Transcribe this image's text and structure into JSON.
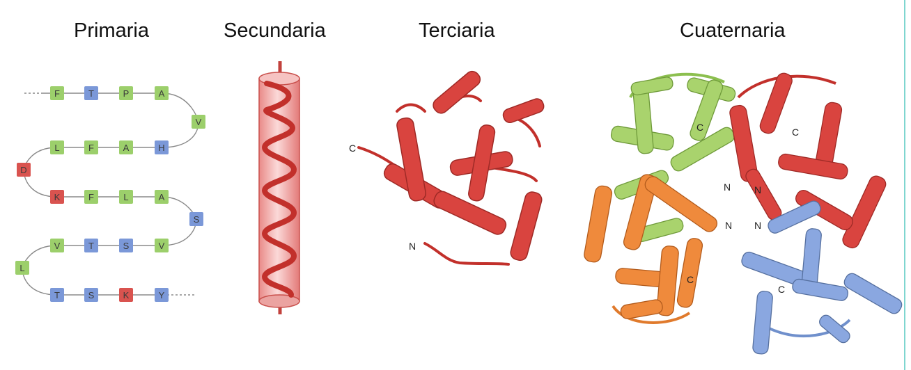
{
  "titles": {
    "primaria": "Primaria",
    "secundaria": "Secundaria",
    "terciaria": "Terciaria",
    "cuaternaria": "Cuaternaria"
  },
  "colors": {
    "hydrophobic": "#9ccf6b",
    "polar": "#7b98d8",
    "charged": "#d9534f",
    "helix_red": "#d9443f",
    "chain_green": "#a9d36d",
    "chain_orange": "#ef8a3c",
    "chain_blue": "#8aa7e0",
    "chain_red": "#d9443f"
  },
  "primary_sequence": {
    "rows": [
      [
        {
          "aa": "F",
          "c": "green"
        },
        {
          "aa": "T",
          "c": "blue"
        },
        {
          "aa": "P",
          "c": "green"
        },
        {
          "aa": "A",
          "c": "green"
        }
      ],
      [
        {
          "aa": "V",
          "c": "green"
        }
      ],
      [
        {
          "aa": "L",
          "c": "green"
        },
        {
          "aa": "F",
          "c": "green"
        },
        {
          "aa": "A",
          "c": "green"
        },
        {
          "aa": "H",
          "c": "blue"
        }
      ],
      [
        {
          "aa": "D",
          "c": "red"
        }
      ],
      [
        {
          "aa": "K",
          "c": "red"
        },
        {
          "aa": "F",
          "c": "green"
        },
        {
          "aa": "L",
          "c": "green"
        },
        {
          "aa": "A",
          "c": "green"
        }
      ],
      [
        {
          "aa": "S",
          "c": "blue"
        }
      ],
      [
        {
          "aa": "V",
          "c": "green"
        },
        {
          "aa": "T",
          "c": "blue"
        },
        {
          "aa": "S",
          "c": "blue"
        },
        {
          "aa": "V",
          "c": "green"
        }
      ],
      [
        {
          "aa": "L",
          "c": "green"
        }
      ],
      [
        {
          "aa": "T",
          "c": "blue"
        },
        {
          "aa": "S",
          "c": "blue"
        },
        {
          "aa": "K",
          "c": "red"
        },
        {
          "aa": "Y",
          "c": "blue"
        }
      ]
    ]
  },
  "tertiary_labels": {
    "c": "C",
    "n": "N"
  },
  "quaternary_labels": {
    "c1": "C",
    "c2": "C",
    "c3": "C",
    "c4": "C",
    "n1": "N",
    "n2": "N",
    "n3": "N",
    "n4": "N"
  }
}
